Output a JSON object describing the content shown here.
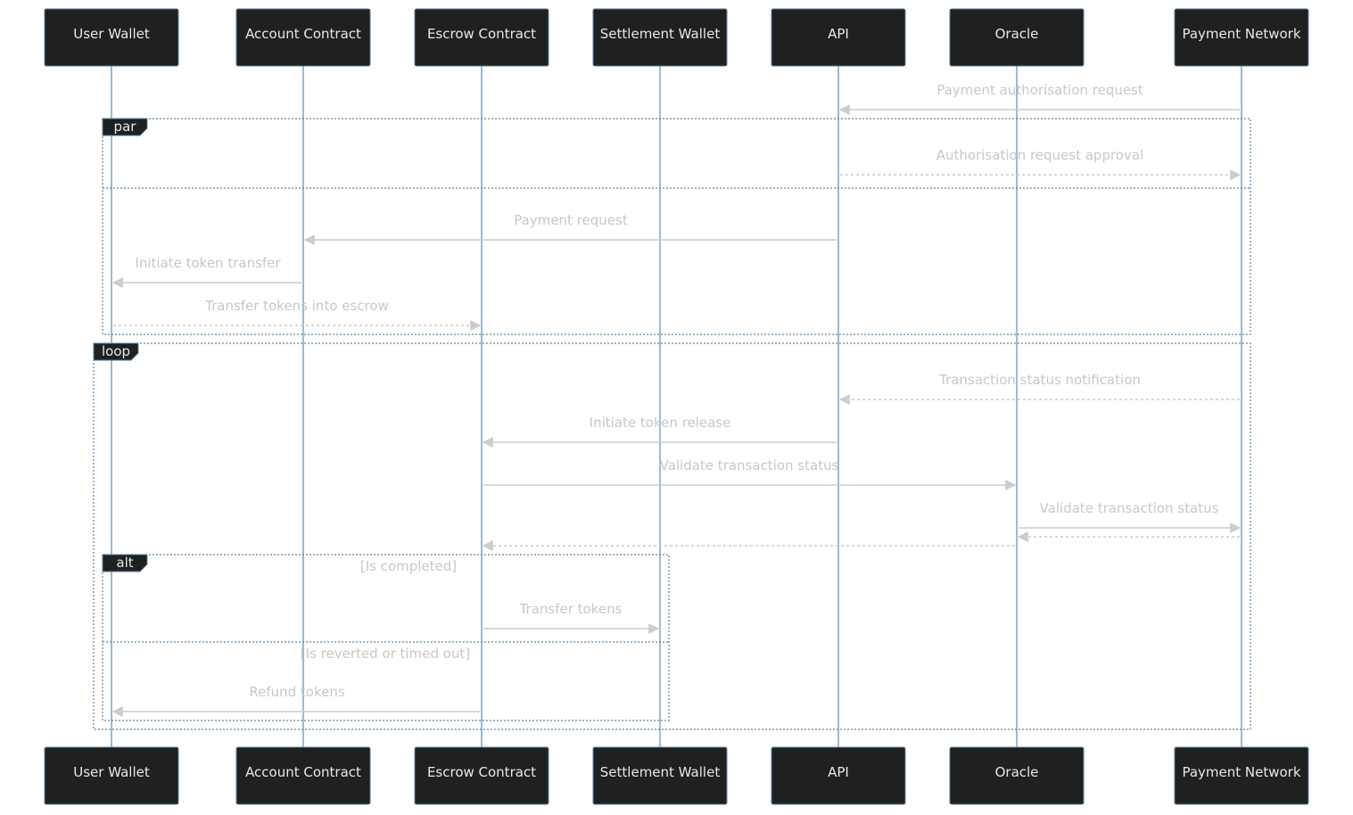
{
  "actors": [
    {
      "id": "user-wallet",
      "label": "User Wallet"
    },
    {
      "id": "account-contract",
      "label": "Account Contract"
    },
    {
      "id": "escrow-contract",
      "label": "Escrow Contract"
    },
    {
      "id": "settlement-wallet",
      "label": "Settlement Wallet"
    },
    {
      "id": "api",
      "label": "API"
    },
    {
      "id": "oracle",
      "label": "Oracle"
    },
    {
      "id": "payment-network",
      "label": "Payment Network"
    }
  ],
  "frames": {
    "par": {
      "tag": "par"
    },
    "loop": {
      "tag": "loop"
    },
    "alt": {
      "tag": "alt",
      "condition_1": "[Is completed]",
      "condition_2": "[Is reverted or timed out]"
    }
  },
  "messages": [
    {
      "id": "m1",
      "text": "Payment authorisation request",
      "from": "payment-network",
      "to": "api",
      "style": "solid"
    },
    {
      "id": "m2",
      "text": "Authorisation request approval",
      "from": "api",
      "to": "payment-network",
      "style": "dashed"
    },
    {
      "id": "m3",
      "text": "Payment request",
      "from": "api",
      "to": "account-contract",
      "style": "solid"
    },
    {
      "id": "m4",
      "text": "Initiate token transfer",
      "from": "account-contract",
      "to": "user-wallet",
      "style": "solid"
    },
    {
      "id": "m5",
      "text": "Transfer tokens into escrow",
      "from": "user-wallet",
      "to": "escrow-contract",
      "style": "dashed"
    },
    {
      "id": "m6",
      "text": "Transaction status notification",
      "from": "payment-network",
      "to": "api",
      "style": "dashed"
    },
    {
      "id": "m7",
      "text": "Initiate token release",
      "from": "api",
      "to": "escrow-contract",
      "style": "solid"
    },
    {
      "id": "m8",
      "text": "Validate transaction status",
      "from": "escrow-contract",
      "to": "oracle",
      "style": "solid"
    },
    {
      "id": "m9",
      "text": "Validate transaction status",
      "from": "oracle",
      "to": "payment-network",
      "style": "solid"
    },
    {
      "id": "m10",
      "text": "",
      "from": "payment-network",
      "to": "oracle",
      "style": "dashed"
    },
    {
      "id": "m11",
      "text": "",
      "from": "oracle",
      "to": "escrow-contract",
      "style": "dashed"
    },
    {
      "id": "m12",
      "text": "Transfer tokens",
      "from": "escrow-contract",
      "to": "settlement-wallet",
      "style": "solid"
    },
    {
      "id": "m13",
      "text": "Refund tokens",
      "from": "escrow-contract",
      "to": "user-wallet",
      "style": "solid"
    }
  ]
}
